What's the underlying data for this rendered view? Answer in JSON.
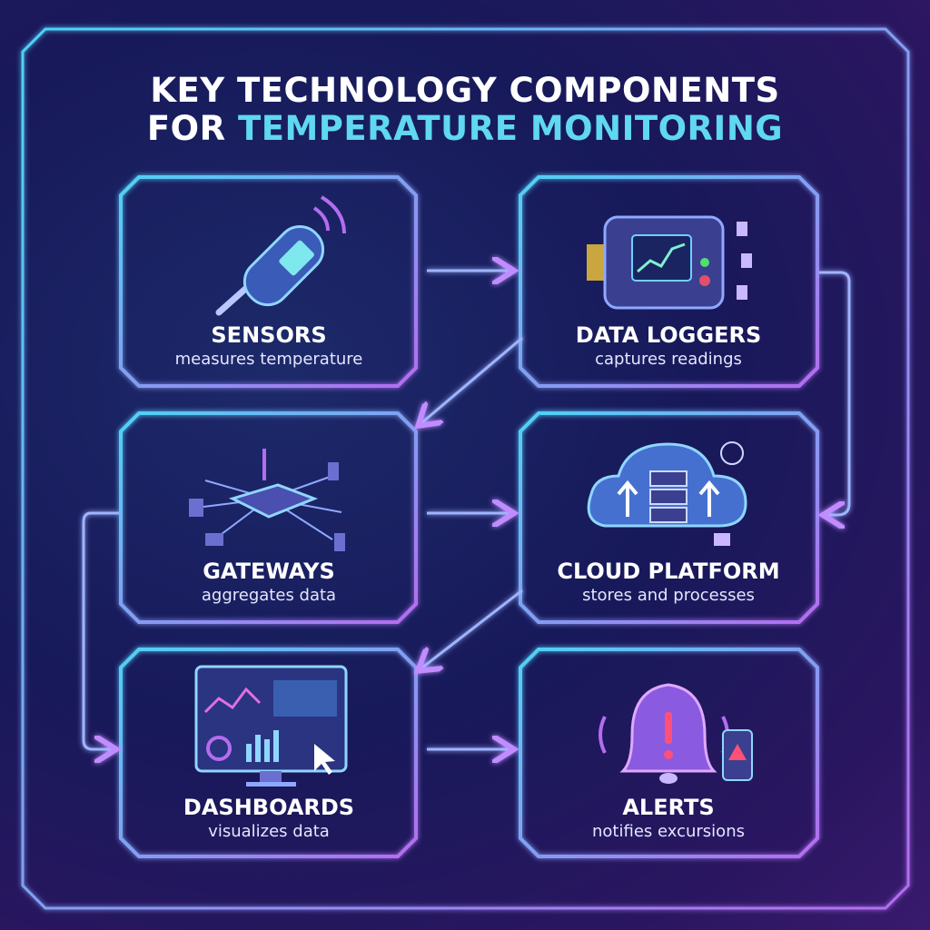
{
  "title": {
    "line1": "KEY TECHNOLOGY COMPONENTS",
    "line2_prefix": "FOR ",
    "line2_accent": "TEMPERATURE MONITORING"
  },
  "colors": {
    "cyan": "#4fd2f5",
    "purple": "#b46cf0",
    "accent_text": "#5fd8f0",
    "background": "#1b1e5e"
  },
  "components": [
    {
      "name": "SENSORS",
      "description": "measures temperature",
      "icon": "thermometer-icon"
    },
    {
      "name": "DATA LOGGERS",
      "description": "captures readings",
      "icon": "data-logger-icon"
    },
    {
      "name": "GATEWAYS",
      "description": "aggregates data",
      "icon": "router-icon"
    },
    {
      "name": "CLOUD PLATFORM",
      "description": "stores and processes",
      "icon": "cloud-server-icon"
    },
    {
      "name": "DASHBOARDS",
      "description": "visualizes data",
      "icon": "monitor-dashboard-icon"
    },
    {
      "name": "ALERTS",
      "description": "notifies excursions",
      "icon": "alert-bell-icon"
    }
  ]
}
